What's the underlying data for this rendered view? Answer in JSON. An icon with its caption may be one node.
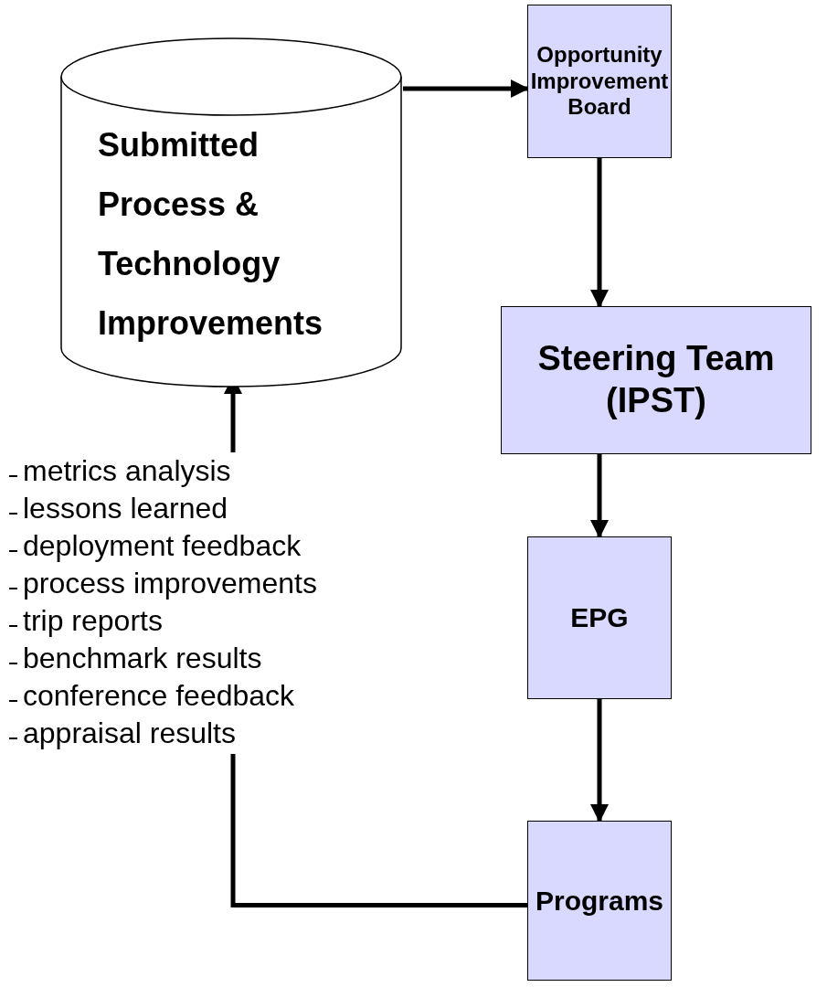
{
  "diagram": {
    "nodes": [
      {
        "text": [
          "Submitted Process & Technology Improvements"
        ]
      },
      {
        "text": [
          "Opportunity Improvement Board"
        ]
      },
      {
        "text": [
          "Steering Team (IPST)"
        ]
      },
      {
        "text": [
          "EPG"
        ]
      },
      {
        "text": [
          "Programs"
        ]
      },
      {
        "text": [
          "metrics analysis",
          "lessons learned",
          "deployment feedback",
          "process improvements",
          "trip reports",
          "benchmark results",
          "conference feedback",
          "appraisal results"
        ]
      }
    ],
    "edges": [
      {
        "from": 0,
        "to": 1,
        "arrow": "to"
      },
      {
        "from": 1,
        "to": 2,
        "arrow": "to"
      },
      {
        "from": 2,
        "to": 3,
        "arrow": "to"
      },
      {
        "from": 3,
        "to": 4,
        "arrow": "to"
      },
      {
        "from": 4,
        "to": 5,
        "arrow": "none"
      },
      {
        "from": 5,
        "to": 0,
        "arrow": "to"
      }
    ]
  }
}
